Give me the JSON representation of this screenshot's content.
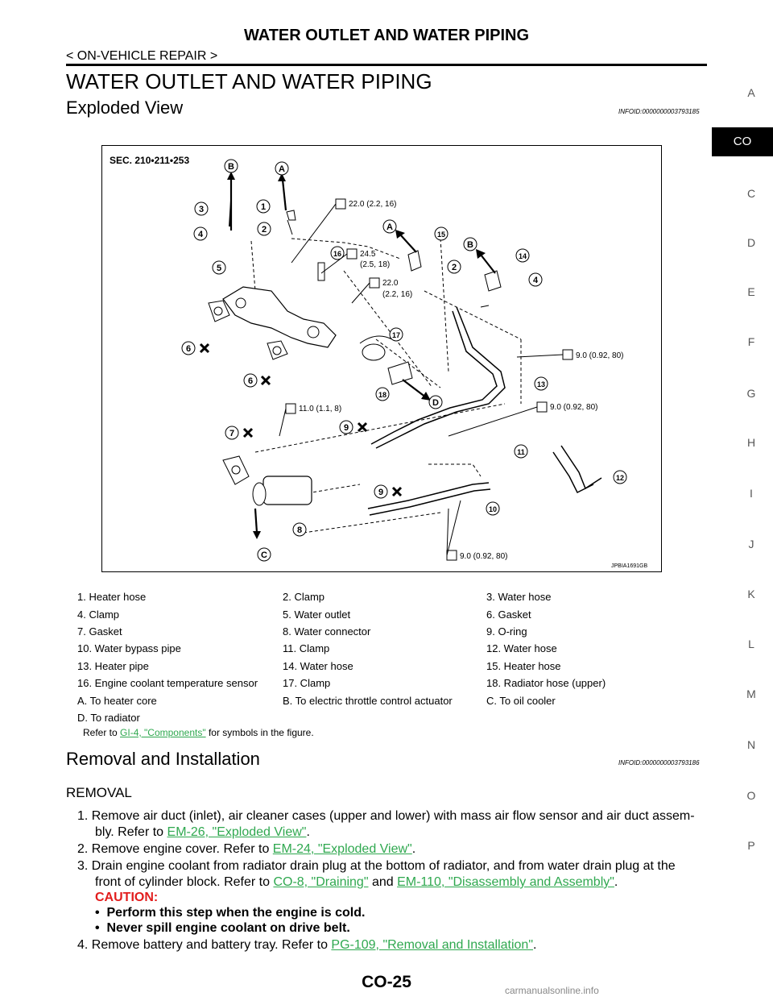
{
  "header": {
    "title": "WATER OUTLET AND WATER PIPING",
    "subtitle": "< ON-VEHICLE REPAIR >"
  },
  "page_title": "WATER OUTLET AND WATER PIPING",
  "sections": {
    "exploded": {
      "heading": "Exploded View",
      "infoid": "INFOID:0000000003793185"
    },
    "removal": {
      "heading": "Removal and Installation",
      "infoid": "INFOID:0000000003793186"
    }
  },
  "side_index": [
    "A",
    "CO",
    "C",
    "D",
    "E",
    "F",
    "G",
    "H",
    "I",
    "J",
    "K",
    "L",
    "M",
    "N",
    "O",
    "P"
  ],
  "side_active": "CO",
  "figure": {
    "sec": "SEC. 210•211•253",
    "code": "JPBIA1691GB",
    "torques": [
      "22.0 (2.2, 16)",
      "24.5",
      "(2.5, 18)",
      "22.0",
      "(2.2, 16)",
      "9.0 (0.92, 80)",
      "9.0 (0.92, 80)",
      "11.0 (1.1, 8)",
      "9.0 (0.92, 80)"
    ],
    "callouts": [
      "B",
      "A",
      "3",
      "1",
      "4",
      "2",
      "5",
      "16",
      "A",
      "15",
      "2",
      "B",
      "14",
      "4",
      "6",
      "6",
      "17",
      "18",
      "D",
      "13",
      "7",
      "9",
      "11",
      "12",
      "9",
      "10",
      "8",
      "C"
    ]
  },
  "legend": [
    [
      "1. Heater hose",
      "2. Clamp",
      "3. Water hose"
    ],
    [
      "4. Clamp",
      "5. Water outlet",
      "6. Gasket"
    ],
    [
      "7. Gasket",
      "8. Water connector",
      "9. O-ring"
    ],
    [
      "10. Water bypass pipe",
      "11. Clamp",
      "12. Water hose"
    ],
    [
      "13. Heater pipe",
      "14. Water hose",
      "15. Heater hose"
    ],
    [
      "16. Engine coolant temperature sensor",
      "17. Clamp",
      "18. Radiator hose (upper)"
    ],
    [
      "A. To heater core",
      "B. To electric throttle control actuator",
      "C. To oil cooler"
    ],
    [
      "D. To radiator",
      "",
      ""
    ]
  ],
  "legend_note": {
    "pre": "Refer to ",
    "link": "GI-4, \"Components\"",
    "post": " for symbols in the figure."
  },
  "removal_heading": "REMOVAL",
  "steps": {
    "s1": {
      "line1": "1.  Remove air duct (inlet), air cleaner cases (upper and lower) with mass air flow sensor and air duct assem-",
      "line2pre": "bly. Refer to ",
      "link": "EM-26, \"Exploded View\"",
      "post": "."
    },
    "s2": {
      "pre": "2.  Remove engine cover. Refer to ",
      "link": "EM-24, \"Exploded View\"",
      "post": "."
    },
    "s3": {
      "line1": "3.  Drain engine coolant from radiator drain plug at the bottom of radiator, and from water drain plug at the",
      "line2pre": "front of cylinder block. Refer to ",
      "link1": "CO-8, \"Draining\"",
      "mid": " and ",
      "link2": "EM-110, \"Disassembly and Assembly\"",
      "post": "."
    },
    "caution": "CAUTION:",
    "caution_items": [
      "Perform this step when the engine is cold.",
      "Never spill engine coolant on drive belt."
    ],
    "s4": {
      "pre": "4.  Remove battery and battery tray. Refer to ",
      "link": "PG-109, \"Removal and Installation\"",
      "post": "."
    }
  },
  "footer": {
    "page": "CO-25",
    "watermark": "carmanualsonline.info"
  }
}
